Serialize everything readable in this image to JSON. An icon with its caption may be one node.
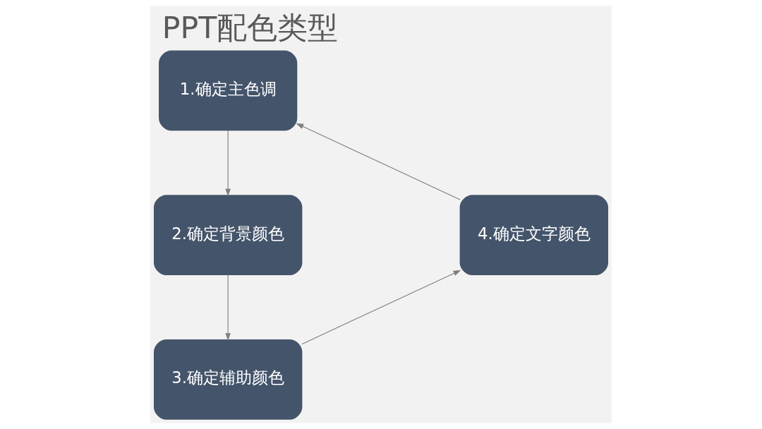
{
  "diagram": {
    "title": "PPT配色类型",
    "nodes": [
      {
        "text": [
          "1.确定主色调"
        ]
      },
      {
        "text": [
          "2.确定背景颜色"
        ]
      },
      {
        "text": [
          "3.确定辅助颜色"
        ]
      },
      {
        "text": [
          "4.确定文字颜色"
        ]
      }
    ],
    "edges": [
      {
        "from": 0,
        "to": 1,
        "arrow": "to"
      },
      {
        "from": 1,
        "to": 2,
        "arrow": "to"
      },
      {
        "from": 2,
        "to": 3,
        "arrow": "to"
      },
      {
        "from": 3,
        "to": 0,
        "arrow": "to"
      }
    ]
  }
}
